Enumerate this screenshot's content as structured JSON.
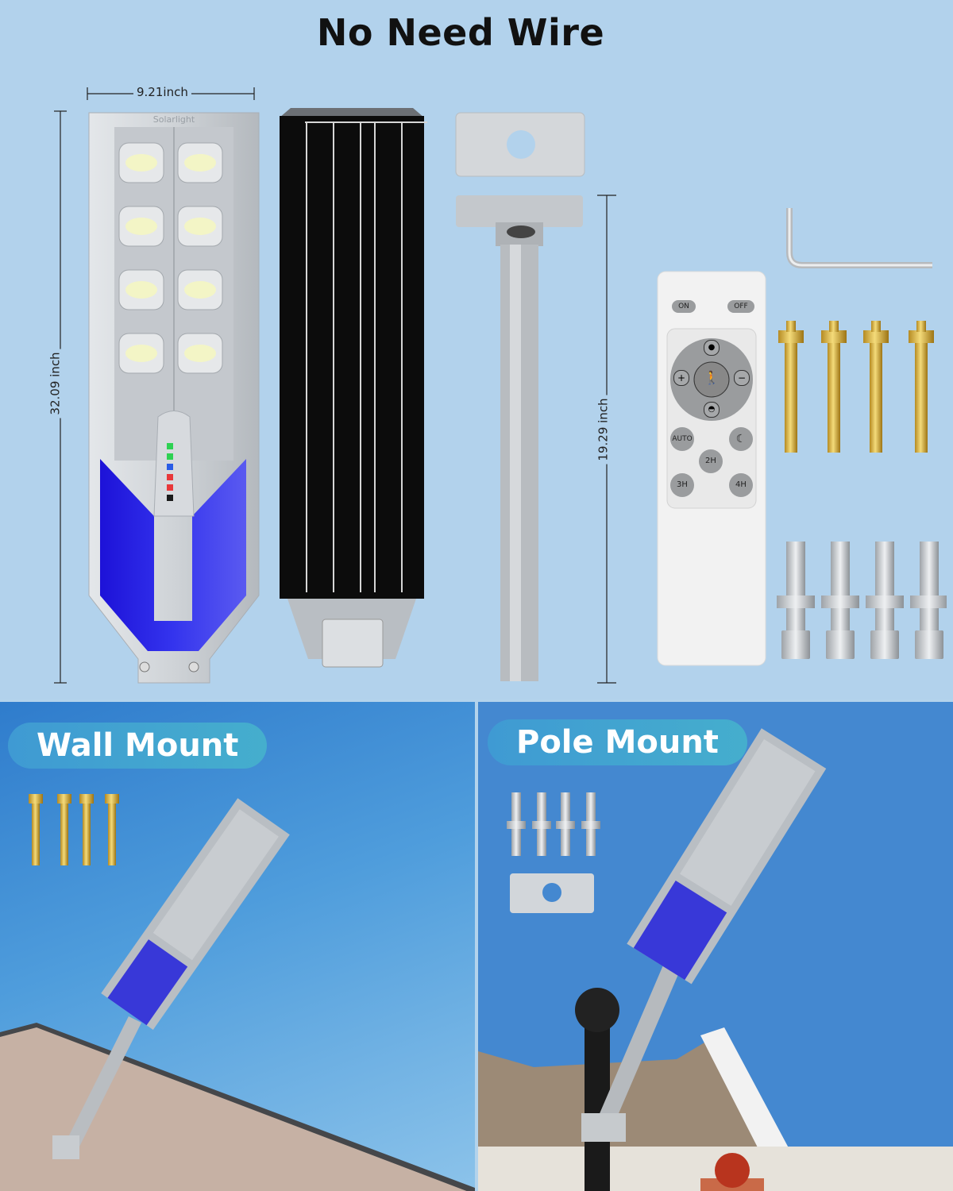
{
  "header": {
    "title": "No Need Wire"
  },
  "dimensions": {
    "width": "9.21inch",
    "height_lamp": "32.09 inch",
    "height_pole": "19.29 inch"
  },
  "lamp": {
    "brand": "Solarlight"
  },
  "remote": {
    "buttons": [
      "ON",
      "OFF",
      "AUTO",
      "2H",
      "3H",
      "4H"
    ],
    "icons": [
      "brightness-icon",
      "plus-icon",
      "minus-icon",
      "motion-sensor-icon",
      "dim-icon",
      "sleep-icon"
    ]
  },
  "sections": [
    {
      "label": "Wall Mount"
    },
    {
      "label": "Pole Mount"
    }
  ],
  "colors": {
    "background": "#b2d2ec",
    "lamp_blue": "#2b2be0",
    "lamp_gray": "#c8ccd0",
    "solar_black": "#0c0c0c",
    "pill": "#42a6d0",
    "sky": "#4488d0"
  }
}
